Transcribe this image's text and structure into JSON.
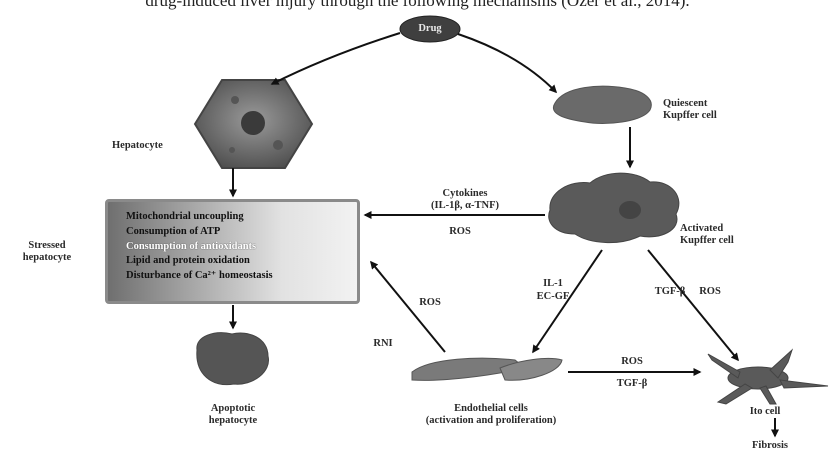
{
  "caption": "drug-induced liver injury through the following mechanisms (Ozer et al., 2014).",
  "nodes": {
    "drug": "Drug",
    "hepatocyte": "Hepatocyte",
    "quiescent_kupffer": [
      "Quiescent",
      "Kupffer cell"
    ],
    "activated_kupffer": [
      "Activated",
      "Kupffer cell"
    ],
    "stressed_hepatocyte": [
      "Stressed",
      "hepatocyte"
    ],
    "apoptotic_hepatocyte": [
      "Apoptotic",
      "hepatocyte"
    ],
    "endothelial_cell": [
      "Endothelial cells",
      "(activation and proliferation)"
    ],
    "ito_cell": "Ito cell",
    "fibrosis": "Fibrosis"
  },
  "stress_box": {
    "items": [
      "Mitochondrial uncoupling",
      "Consumption of ATP",
      "Consumption of antioxidants",
      "Lipid and protein oxidation",
      "Disturbance of Ca²⁺ homeostasis"
    ]
  },
  "edges": {
    "cytokines": [
      "Cytokines",
      "(IL-1β, α-TNF)"
    ],
    "ros": "ROS",
    "il1": "IL-1",
    "ecgf": "EC-GF",
    "tgfb": "TGF-β",
    "rni": "RNI"
  }
}
